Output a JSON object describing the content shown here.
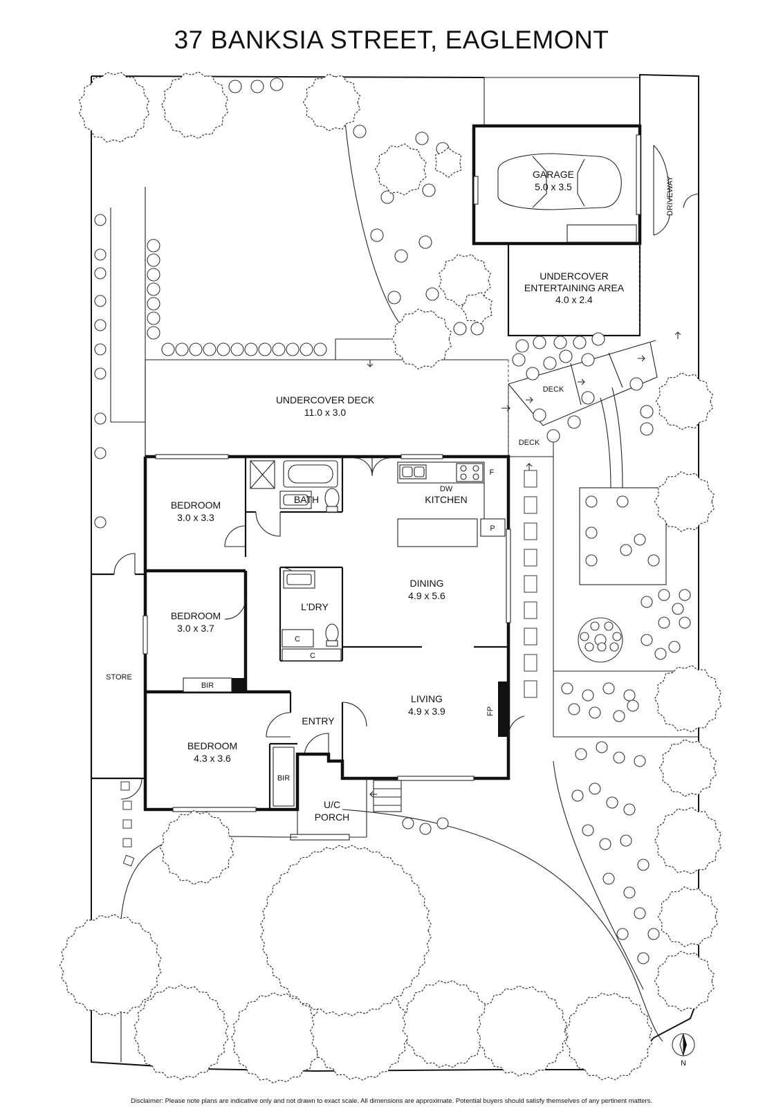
{
  "title": "37 BANKSIA STREET, EAGLEMONT",
  "rooms": {
    "garage": {
      "name": "GARAGE",
      "dims": "5.0 x 3.5"
    },
    "entertaining": {
      "name1": "UNDERCOVER",
      "name2": "ENTERTAINING AREA",
      "dims": "4.0 x 2.4"
    },
    "deck": {
      "name": "UNDERCOVER DECK",
      "dims": "11.0 x 3.0"
    },
    "deck_small_1": "DECK",
    "deck_small_2": "DECK",
    "bedroom1": {
      "name": "BEDROOM",
      "dims": "3.0 x 3.3"
    },
    "bedroom2": {
      "name": "BEDROOM",
      "dims": "3.0 x 3.7"
    },
    "bedroom3": {
      "name": "BEDROOM",
      "dims": "4.3 x 3.6"
    },
    "bath": "BATH",
    "kitchen": "KITCHEN",
    "dining": {
      "name": "DINING",
      "dims": "4.9 x 5.6"
    },
    "laundry": "L'DRY",
    "living": {
      "name": "LIVING",
      "dims": "4.9 x 3.9"
    },
    "entry": "ENTRY",
    "porch": {
      "name1": "U/C",
      "name2": "PORCH"
    },
    "store": "STORE",
    "driveway": "DRIVEWAY"
  },
  "fixtures": {
    "dw": "DW",
    "fridge": "F",
    "pantry": "P",
    "cupboard1": "C",
    "cupboard2": "C",
    "bir1": "BIR",
    "bir2": "BIR",
    "fireplace": "FP"
  },
  "compass": "N",
  "disclaimer": "Disclaimer: Please note plans are indicative only and not drawn to exact scale. All dimensions are approximate. Potential buyers should satisfy themselves of any pertinent matters."
}
